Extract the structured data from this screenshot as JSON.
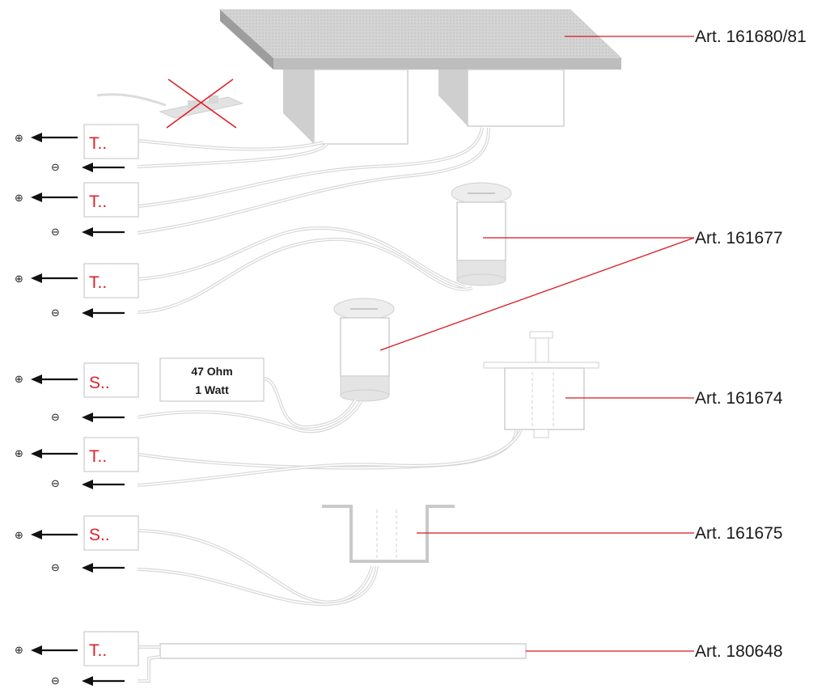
{
  "terminals": [
    {
      "label": "T.."
    },
    {
      "label": "T.."
    },
    {
      "label": "T.."
    },
    {
      "label": "S.."
    },
    {
      "label": "T.."
    },
    {
      "label": "S.."
    },
    {
      "label": "T.."
    }
  ],
  "resistor": {
    "line1": "47 Ohm",
    "line2": "1 Watt"
  },
  "articles": [
    {
      "label": "Art. 161680/81"
    },
    {
      "label": "Art. 161677"
    },
    {
      "label": "Art. 161674"
    },
    {
      "label": "Art. 161675"
    },
    {
      "label": "Art. 180648"
    }
  ],
  "polarity": {
    "plus": "⊕",
    "minus": "⊖"
  },
  "colors": {
    "terminal_text": "#e0202a",
    "leader": "#d9181f",
    "wire": "#d8d8d8",
    "arrow": "#111111"
  },
  "icons": {
    "cross": "red-cross-icon"
  }
}
